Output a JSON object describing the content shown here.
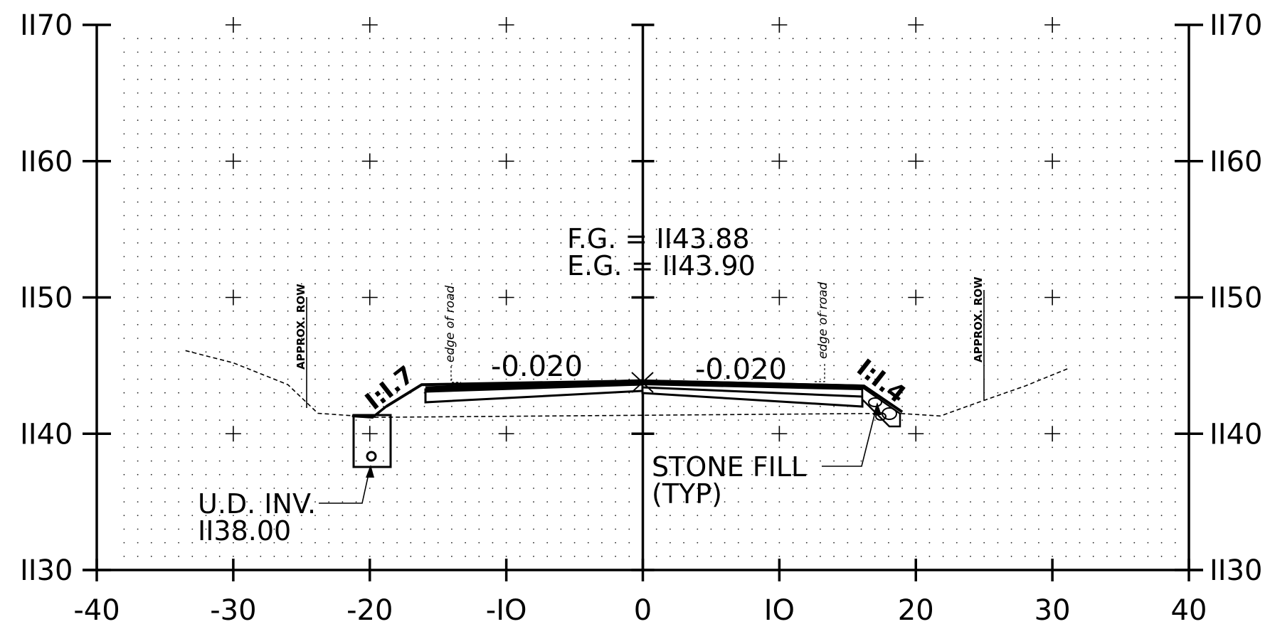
{
  "x_axis": {
    "ticks": [
      -40,
      -30,
      -20,
      -10,
      0,
      10,
      20,
      30,
      40
    ],
    "labels": [
      "-40",
      "-30",
      "-20",
      "-IO",
      "0",
      "IO",
      "20",
      "30",
      "40"
    ]
  },
  "y_axis": {
    "ticks": [
      1130,
      1140,
      1150,
      1160,
      1170
    ],
    "labels": [
      "II30",
      "II40",
      "II50",
      "II60",
      "II70"
    ]
  },
  "notes": {
    "fg_label": "F.G. = II43.88",
    "eg_label": "E.G. = II43.90",
    "slope_left": "-0.020",
    "slope_right": "-0.020",
    "ratio_left": "I:I.7",
    "ratio_right": "I:I.4",
    "row_left": "APPROX. ROW",
    "row_right": "APPROX. ROW",
    "edge_left": "edge of road",
    "edge_right": "edge of road",
    "stone_fill_line1": "STONE FILL",
    "stone_fill_line2": "(TYP)",
    "ud_line1": "U.D. INV.",
    "ud_line2": "II38.00"
  },
  "profiles": {
    "existing_ground": [
      [
        -33.5,
        1146.1
      ],
      [
        -30,
        1145.2
      ],
      [
        -26,
        1143.6
      ],
      [
        -23.8,
        1141.5
      ],
      [
        -21,
        1141.3
      ],
      [
        -19.8,
        1141.2
      ],
      [
        18.6,
        1141.5
      ],
      [
        21.8,
        1141.3
      ],
      [
        24,
        1142.1
      ],
      [
        28,
        1143.5
      ],
      [
        31.2,
        1144.8
      ]
    ],
    "proposed_top": [
      [
        -18.8,
        1142.0
      ],
      [
        -16.2,
        1143.6
      ],
      [
        0,
        1143.88
      ],
      [
        16.2,
        1143.5
      ],
      [
        19,
        1141.6
      ]
    ],
    "ditch_line": [
      [
        -21.3,
        1141.3
      ],
      [
        -19.8,
        1141.2
      ],
      [
        -18.8,
        1142.0
      ]
    ]
  },
  "colors": {
    "ink": "#000000",
    "grid_dot": "#222222"
  }
}
